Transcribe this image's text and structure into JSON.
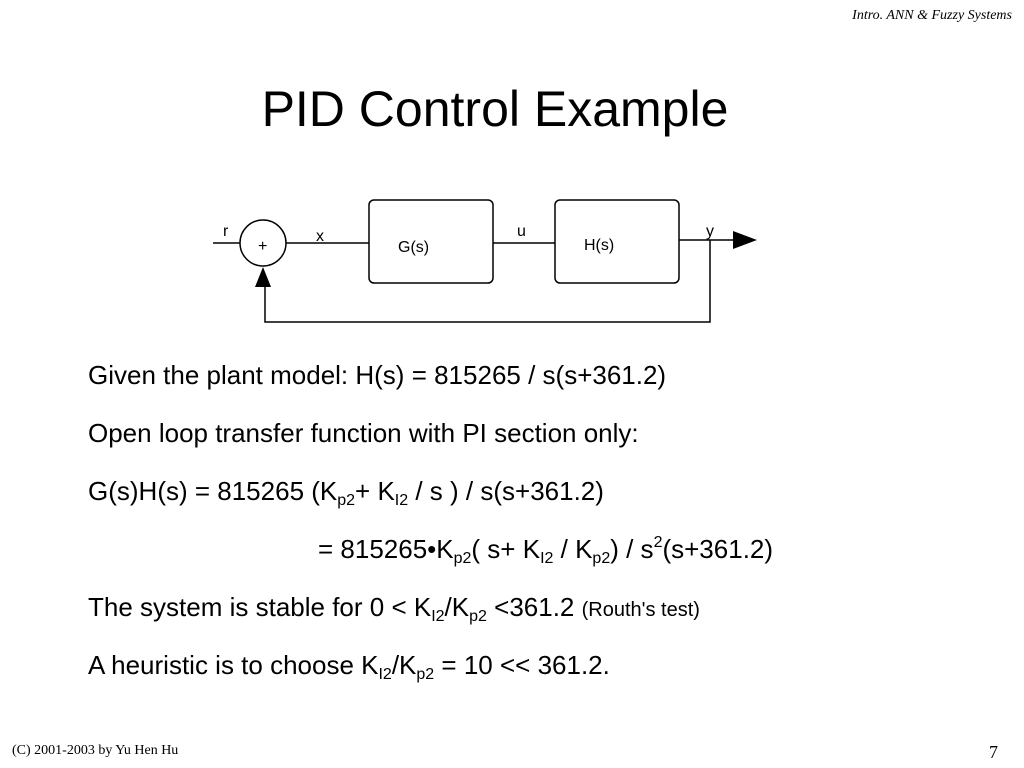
{
  "header": {
    "course": "Intro. ANN & Fuzzy Systems"
  },
  "slide": {
    "title": "PID Control Example",
    "page_number": "7"
  },
  "footer": {
    "copyright": "(C) 2001-2003 by Yu Hen Hu"
  },
  "diagram": {
    "labels": {
      "r": "r",
      "x": "x",
      "u": "u",
      "y": "y",
      "summer": "+",
      "g_block": "G(s)",
      "h_block": "H(s)"
    }
  },
  "lines": {
    "l1": "Given the plant model:  H(s) = 815265 / s(s+361.2)",
    "l2": "Open loop transfer function with PI section only:",
    "l3": {
      "t1": "G(s)H(s) = 815265 (K",
      "s1": "p2",
      "t2": "+ K",
      "s2": "I2",
      "t3": " / s ) / s(s+361.2)"
    },
    "l4": {
      "t1": "= 815265•K",
      "s1": "p2",
      "t2": "( s+ K",
      "s2": "I2",
      "t3": " / K",
      "s3": "p2",
      "t4": ") / s",
      "sup": "2",
      "t5": "(s+361.2)"
    },
    "l5": {
      "t1": "The system is stable for 0 < K",
      "s1": "I2",
      "t2": "/K",
      "s2": "p2",
      "t3": " <361.2 ",
      "note": "(Routh's test)"
    },
    "l6": {
      "t1": "A heuristic is to choose K",
      "s1": "I2",
      "t2": "/K",
      "s2": "p2",
      "t3": " = 10 << 361.2."
    }
  }
}
